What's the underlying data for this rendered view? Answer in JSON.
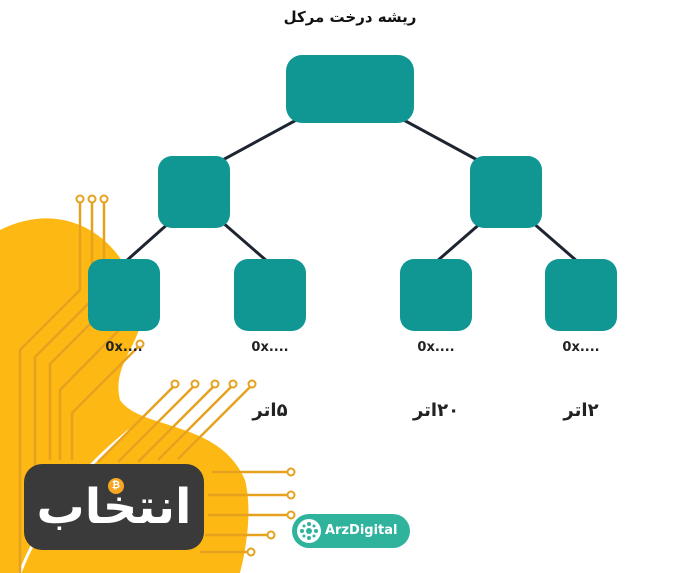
{
  "title": "ریشه درخت مرکل",
  "nodes": {
    "root": {
      "label": ""
    },
    "left_middle": {
      "label": ""
    },
    "right_middle": {
      "label": ""
    },
    "leaves": [
      {
        "hash": "0x....",
        "amount": ""
      },
      {
        "hash": "0x....",
        "amount": "۵اتر"
      },
      {
        "hash": "0x....",
        "amount": "۲۰اتر"
      },
      {
        "hash": "0x....",
        "amount": "۲اتر"
      }
    ]
  },
  "colors": {
    "node": "#109794",
    "edge": "#1e2530",
    "accent_yellow": "#fdb813",
    "circuit": "#e6a21f",
    "logo_bg": "#3a3a3a",
    "badge": "#2fb39d"
  },
  "logo": {
    "text": "انتخاب",
    "coin_icon": "bitcoin-icon"
  },
  "badge": {
    "text": "ArzDigital",
    "icon": "arzdigital-logo-icon"
  }
}
